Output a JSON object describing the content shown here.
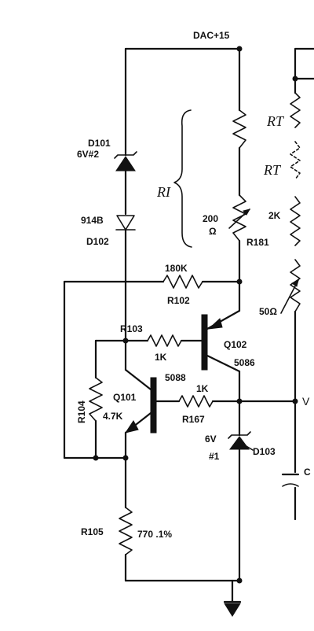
{
  "rails": {
    "supply": "DAC+15"
  },
  "components": {
    "d101": {
      "ref": "D101",
      "value": "6V#2"
    },
    "d102": {
      "part": "914B",
      "ref": "D102"
    },
    "r1_group": "RI",
    "r181": {
      "value": "200",
      "unit": "Ω",
      "ref": "R181"
    },
    "r102": {
      "value": "180K",
      "ref": "R102"
    },
    "r103": {
      "ref": "R103",
      "value": "1K"
    },
    "q102": {
      "ref": "Q102",
      "part": "5086"
    },
    "q101": {
      "ref": "Q101",
      "part": "5088"
    },
    "r104": {
      "ref": "R104",
      "value": "4.7K"
    },
    "r167": {
      "value": "1K",
      "ref": "R167"
    },
    "d103": {
      "value": "6V",
      "tag": "#1",
      "ref": "D103"
    },
    "r105": {
      "ref": "R105",
      "value": "770 .1%"
    },
    "rt_top": "RT",
    "rt_mid": "RT",
    "r_2k": "2K",
    "r_50": "50Ω",
    "cap": "C",
    "output": "V"
  }
}
